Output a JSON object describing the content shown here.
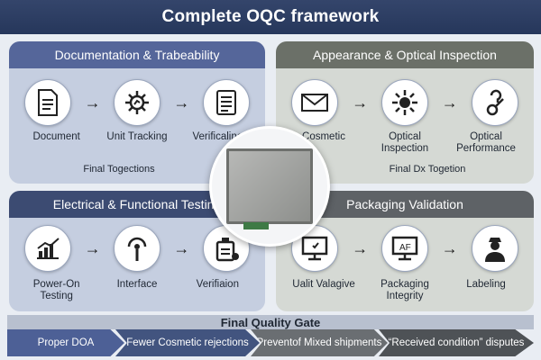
{
  "title": "Complete OQC framework",
  "quadrants": [
    {
      "title": "Documentation & Trabeability",
      "icons": [
        "document-icon",
        "gear-icon",
        "checklist-icon"
      ],
      "labels": [
        "Document",
        "Unit Tracking",
        "Verificaline"
      ],
      "footer": "Final Togections"
    },
    {
      "title": "Appearance & Optical Inspection",
      "icons": [
        "envelope-icon",
        "sun-icon",
        "optical-icon"
      ],
      "labels": [
        "Cosmetic",
        "Optical Inspection",
        "Optical Performance"
      ],
      "footer": "Final Dx Togetion"
    },
    {
      "title": "Electrical & Functional Testing",
      "icons": [
        "chart-icon",
        "pin-icon",
        "battery-icon"
      ],
      "labels": [
        "Power-On Testing",
        "Interface",
        "Verifiaion"
      ],
      "footer": ""
    },
    {
      "title": "Packaging Validation",
      "icons": [
        "monitor-icon",
        "screen-icon",
        "person-icon"
      ],
      "labels": [
        "Ualit Valagive",
        "Packaging Integrity",
        "Labeling"
      ],
      "footer": ""
    }
  ],
  "gate": {
    "title": "Final Quality Gate",
    "steps": [
      "Proper DOA",
      "Fewer Cosmetic rejections",
      "Preventof Mixed shipments",
      "“Received condition” disputes"
    ]
  },
  "colors": {
    "header": "#2b3c60",
    "blue_panel": "#c5cee0",
    "gray_panel": "#d5d9d4",
    "chevrons": [
      "#4d6096",
      "#42547f",
      "#6a6e72",
      "#4e5256"
    ]
  }
}
